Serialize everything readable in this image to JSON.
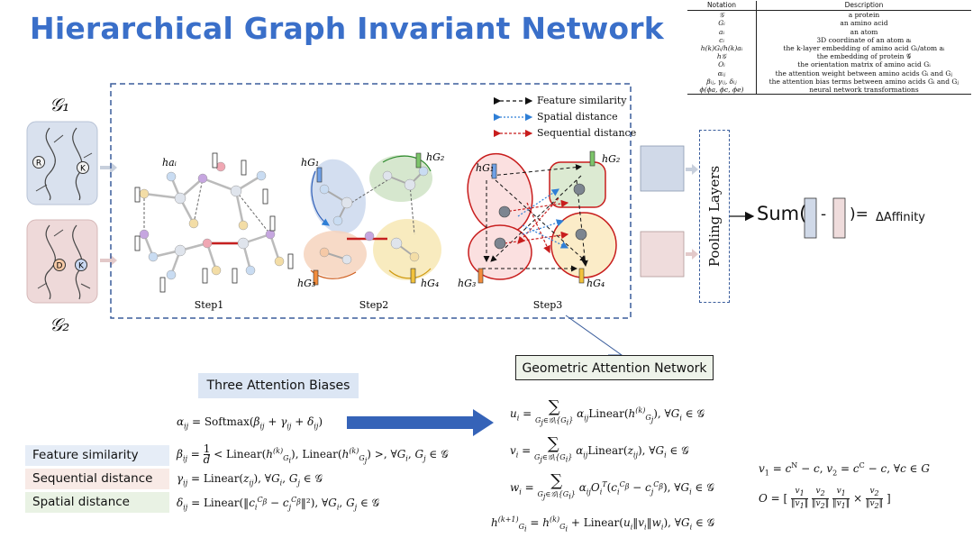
{
  "title": "Hierarchical Graph Invariant Network",
  "notation_table": {
    "headers": [
      "Notation",
      "Description"
    ],
    "rows": [
      {
        "n": "𝒢",
        "d": "a protein"
      },
      {
        "n": "Gᵢ",
        "d": "an amino acid"
      },
      {
        "n": "aᵢ",
        "d": "an atom"
      },
      {
        "n": "cᵢ",
        "d": "3D coordinate of an atom aᵢ"
      },
      {
        "n": "h(k)Gᵢ/h(k)aᵢ",
        "d": "the k-layer embedding of amino acid Gᵢ/atom aᵢ"
      },
      {
        "n": "h𝒢",
        "d": "the embedding of protein 𝒢"
      },
      {
        "n": "Oᵢ",
        "d": "the orientation matrix of amino acid Gᵢ"
      },
      {
        "n": "αᵢⱼ",
        "d": "the attention weight between amino acids Gᵢ and Gⱼ"
      },
      {
        "n": "βᵢⱼ, γᵢⱼ, δᵢⱼ",
        "d": "the attention bias terms between amino acids Gᵢ and Gⱼ"
      },
      {
        "n": "ϕ(ϕa, ϕc, ϕe)",
        "d": "neural network transformations"
      }
    ]
  },
  "graphs": {
    "g1": "𝒢₁",
    "g2": "𝒢₂",
    "g1_nodes": [
      "R",
      "K"
    ],
    "g2_nodes": [
      "D",
      "K"
    ]
  },
  "node_labels": {
    "h_a": "haᵢ",
    "h_g1": "hG₁",
    "h_g2": "hG₂",
    "h_g3": "hG₃",
    "h_g4": "hG₄"
  },
  "legend": {
    "feature": "Feature similarity",
    "spatial": "Spatial distance",
    "sequential": "Sequential distance"
  },
  "steps": [
    "Step1",
    "Step2",
    "Step3"
  ],
  "pooling": "Pooling Layers",
  "sum": {
    "prefix": "Sum(",
    "minus": "-",
    "suffix": ")=",
    "result": "ΔAffinity"
  },
  "gan_label": "Geometric Attention Network",
  "three_biases": "Three Attention Biases",
  "bias_labels": [
    "Feature similarity",
    "Sequential distance",
    "Spatial distance"
  ],
  "colors": {
    "title": "#3a6fc9",
    "g1_box": "#d9e1ee",
    "g2_box": "#eed9d9",
    "feature_bg": "#e6edf7",
    "sequential_bg": "#f8eae6",
    "spatial_bg": "#e9f2e4",
    "arrow": "#3563b8"
  }
}
